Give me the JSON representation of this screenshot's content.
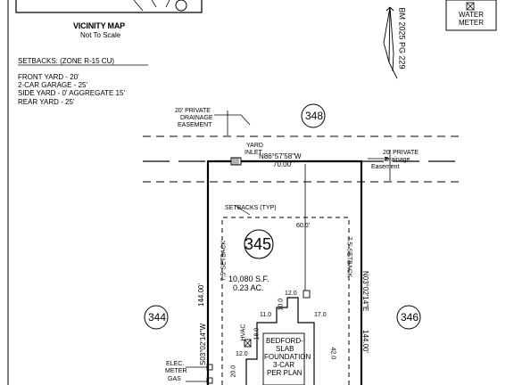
{
  "vicinity": {
    "title": "VICINITY MAP",
    "subtitle": "Not To Scale"
  },
  "book_ref": "BM 2025 PG 229",
  "legend": {
    "line1": "WATER",
    "line2": "METER"
  },
  "setbacks": {
    "heading": "SETBACKS: (ZONE R-15 CU)",
    "items": [
      "FRONT YARD - 20'",
      "2-CAR GARAGE - 25'",
      "SIDE YARD - 0' AGGREGATE 15'",
      "REAR YARD - 25'"
    ]
  },
  "easement_left": {
    "l1": "20' PRIVATE",
    "l2": "DRAINAGE",
    "l3": "EASEMENT"
  },
  "easement_right": {
    "l1": "20' PRIVATE",
    "l2": "Drainage",
    "l3": "Easement"
  },
  "lots": {
    "top": "348",
    "main": "345",
    "left": "344",
    "right": "346"
  },
  "yard_inlet": {
    "l1": "YARD",
    "l2": "INLET"
  },
  "bearings": {
    "top": "N86°57'58\"W",
    "top_dist": "70.00'",
    "left": "S03°02'14\"W",
    "left_dist": "144.00'",
    "right": "N03°02'14\"E",
    "right_dist": "144.00'"
  },
  "setback_labels": {
    "typ": "SETBACKS (TYP)",
    "left": "7.5' SETBACK",
    "right": "7.5' SETBACK"
  },
  "dims": {
    "front": "60.0'",
    "d12a": "12.0",
    "d10": "10.0",
    "d11": "11.0",
    "d17": "17.0",
    "d18": "18.0",
    "d12b": "12.0",
    "d20": "20.0",
    "d42": "42.0"
  },
  "area": {
    "sf": "10,080 S.F.",
    "ac": "0.23 AC."
  },
  "hvac": "HVAC",
  "house": {
    "l1": "BEDFORD-I",
    "l2": "SLAB",
    "l3": "FOUNDATION",
    "l4": "3-CAR",
    "l5": "PER PLAN"
  },
  "utility": {
    "l1": "ELEC.",
    "l2": "METER",
    "l3": "GAS"
  }
}
